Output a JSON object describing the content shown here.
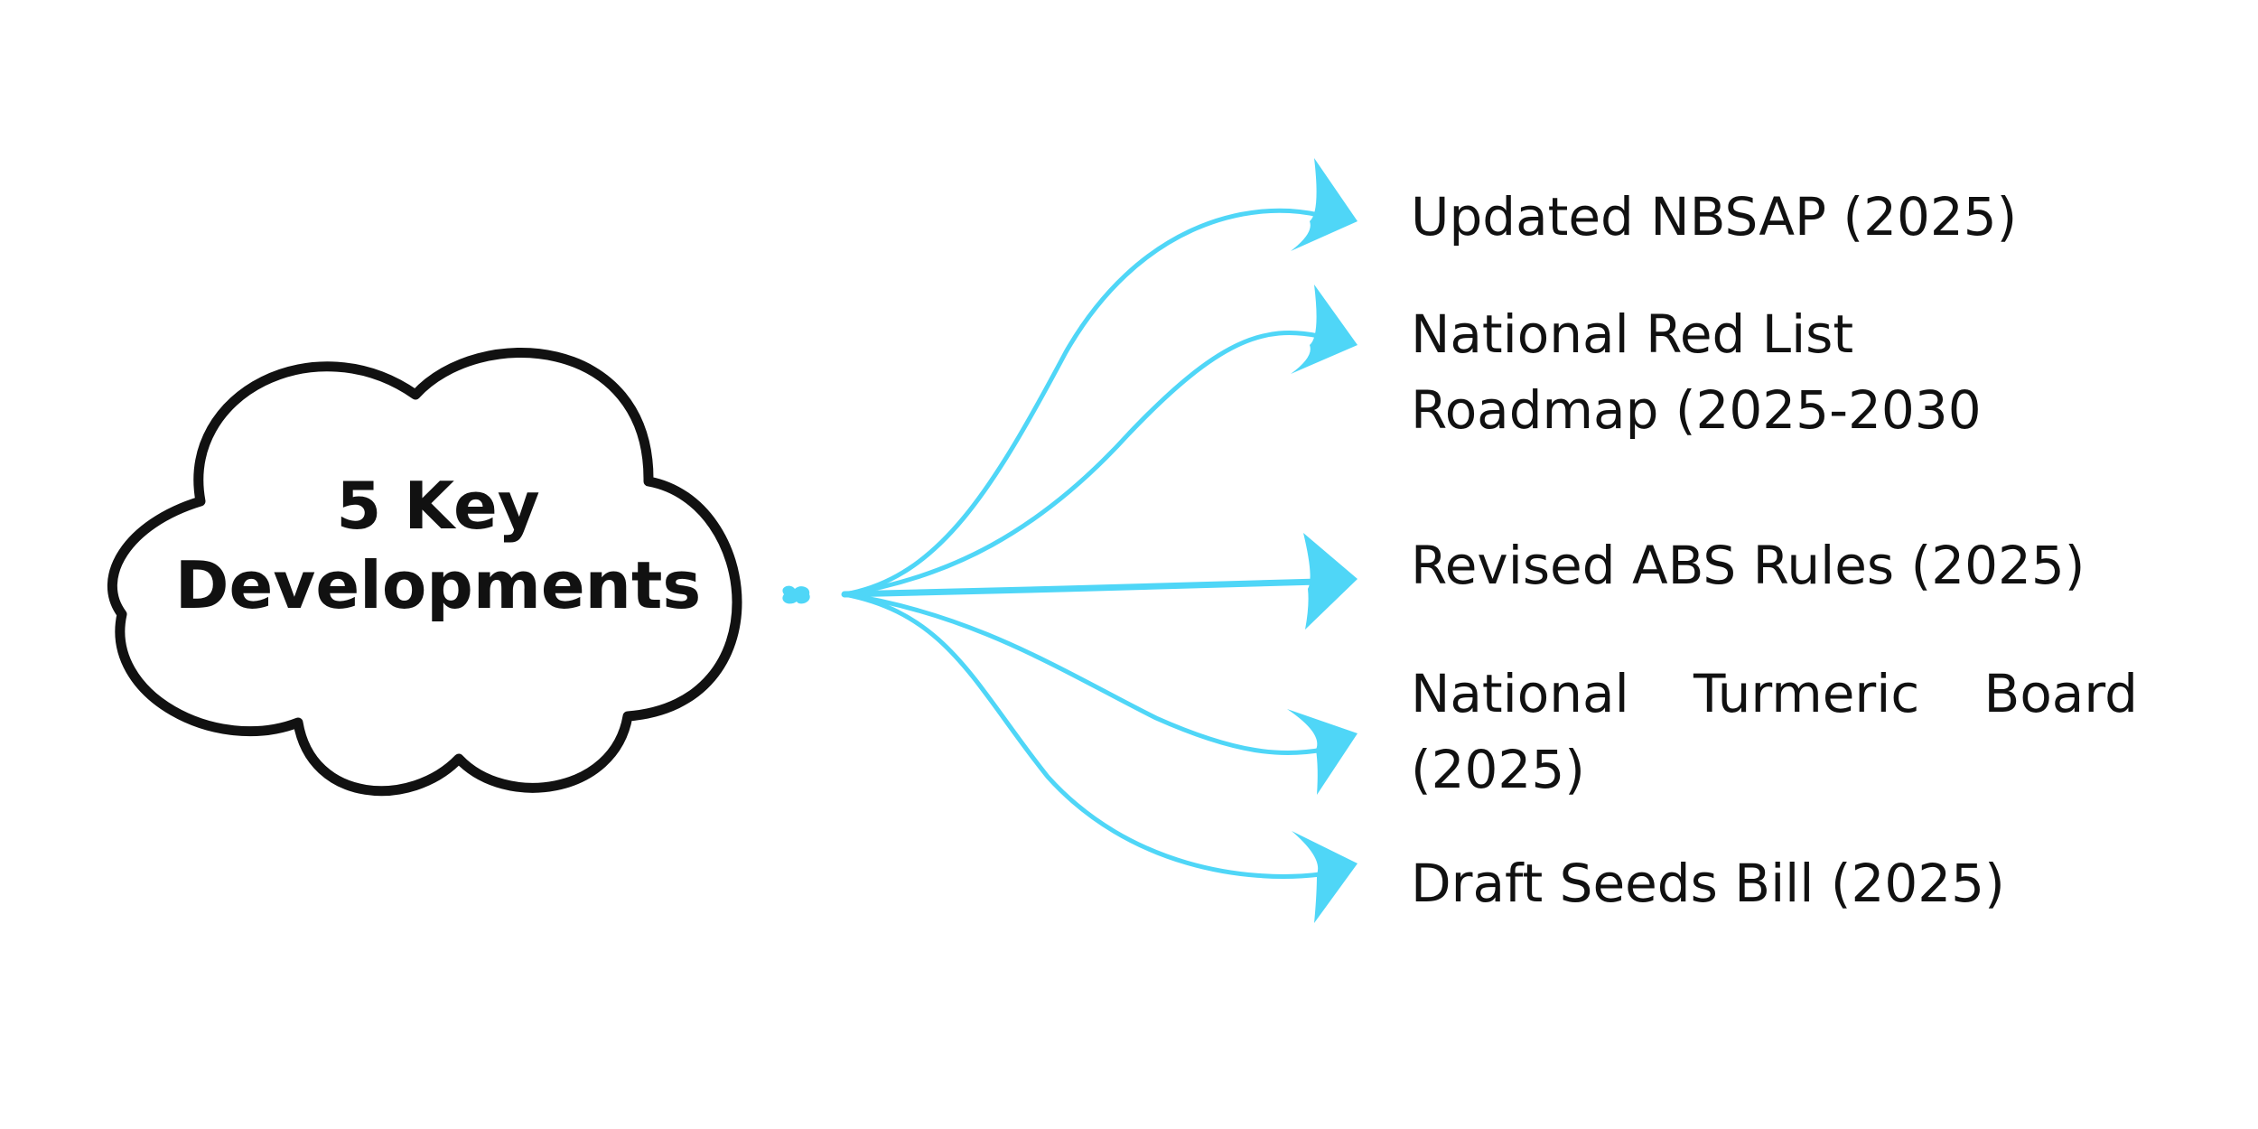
{
  "colors": {
    "arrow": "#4fd6f7",
    "cloud_stroke": "#111111",
    "text": "#111111",
    "background": "#ffffff"
  },
  "center": {
    "shape": "cloud",
    "title_line1": "5 Key",
    "title_line2": "Developments"
  },
  "branches": [
    {
      "label_lines": [
        "Updated NBSAP (2025)"
      ]
    },
    {
      "label_lines": [
        "National Red List",
        "Roadmap (2025-2030"
      ]
    },
    {
      "label_lines": [
        "Revised ABS Rules (2025)"
      ]
    },
    {
      "label_lines": [
        "National Turmeric Board",
        "(2025)"
      ]
    },
    {
      "label_lines": [
        "Draft Seeds Bill (2025)"
      ]
    }
  ]
}
